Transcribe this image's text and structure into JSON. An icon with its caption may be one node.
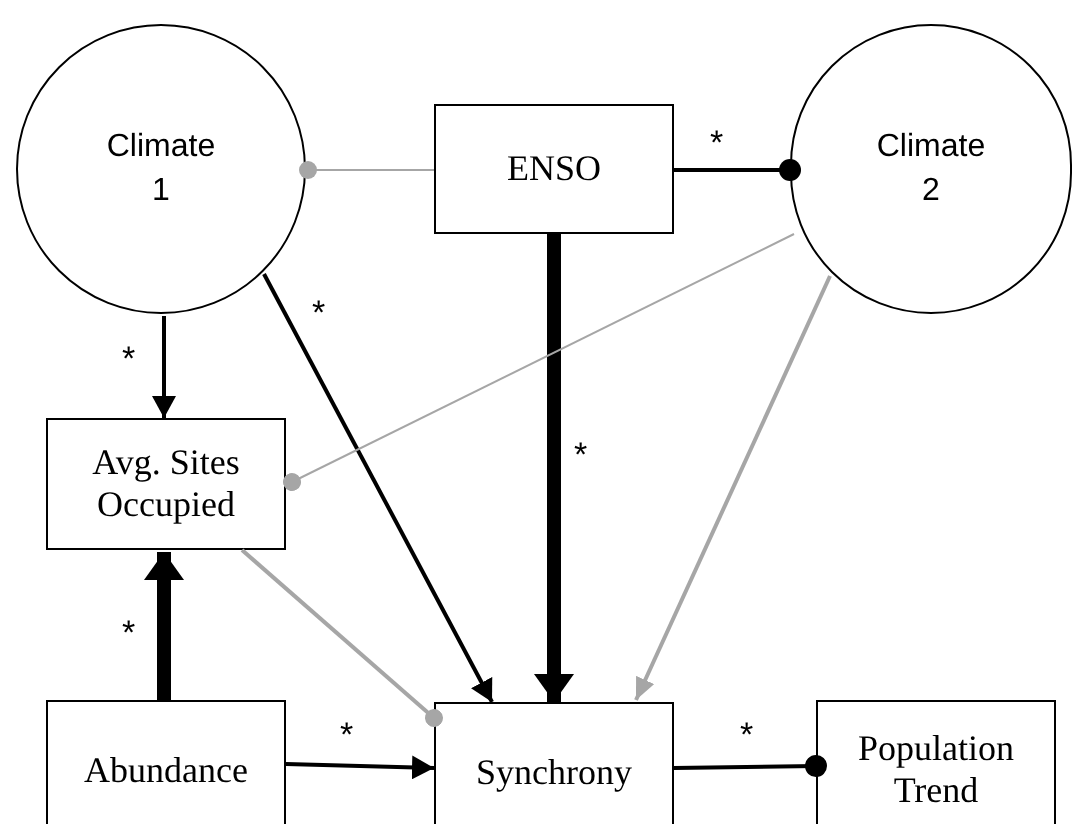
{
  "diagram": {
    "nodes": [
      {
        "text": [
          "Climate 1"
        ]
      },
      {
        "text": [
          "ENSO"
        ]
      },
      {
        "text": [
          "Climate 2"
        ]
      },
      {
        "text": [
          "Avg. Sites Occupied"
        ]
      },
      {
        "text": [
          "Abundance"
        ]
      },
      {
        "text": [
          "Synchrony"
        ]
      },
      {
        "text": [
          "Population Trend"
        ]
      }
    ],
    "edges": [
      {
        "from": 1,
        "to": 0,
        "arrow": "other",
        "color": "#a6a6a6"
      },
      {
        "from": 1,
        "to": 2,
        "arrow": "other",
        "label": "*"
      },
      {
        "from": 0,
        "to": 3,
        "arrow": "to",
        "label": "*"
      },
      {
        "from": 0,
        "to": 5,
        "arrow": "to",
        "label": "*"
      },
      {
        "from": 1,
        "to": 5,
        "arrow": "to",
        "label": "*",
        "style": "thick"
      },
      {
        "from": 2,
        "to": 3,
        "arrow": "other",
        "color": "#a6a6a6"
      },
      {
        "from": 2,
        "to": 5,
        "arrow": "to",
        "color": "#a6a6a6"
      },
      {
        "from": 3,
        "to": 5,
        "arrow": "other",
        "color": "#a6a6a6"
      },
      {
        "from": 4,
        "to": 3,
        "arrow": "to",
        "label": "*",
        "style": "thick"
      },
      {
        "from": 4,
        "to": 5,
        "arrow": "to",
        "label": "*"
      },
      {
        "from": 5,
        "to": 6,
        "arrow": "other",
        "label": "*"
      }
    ]
  }
}
